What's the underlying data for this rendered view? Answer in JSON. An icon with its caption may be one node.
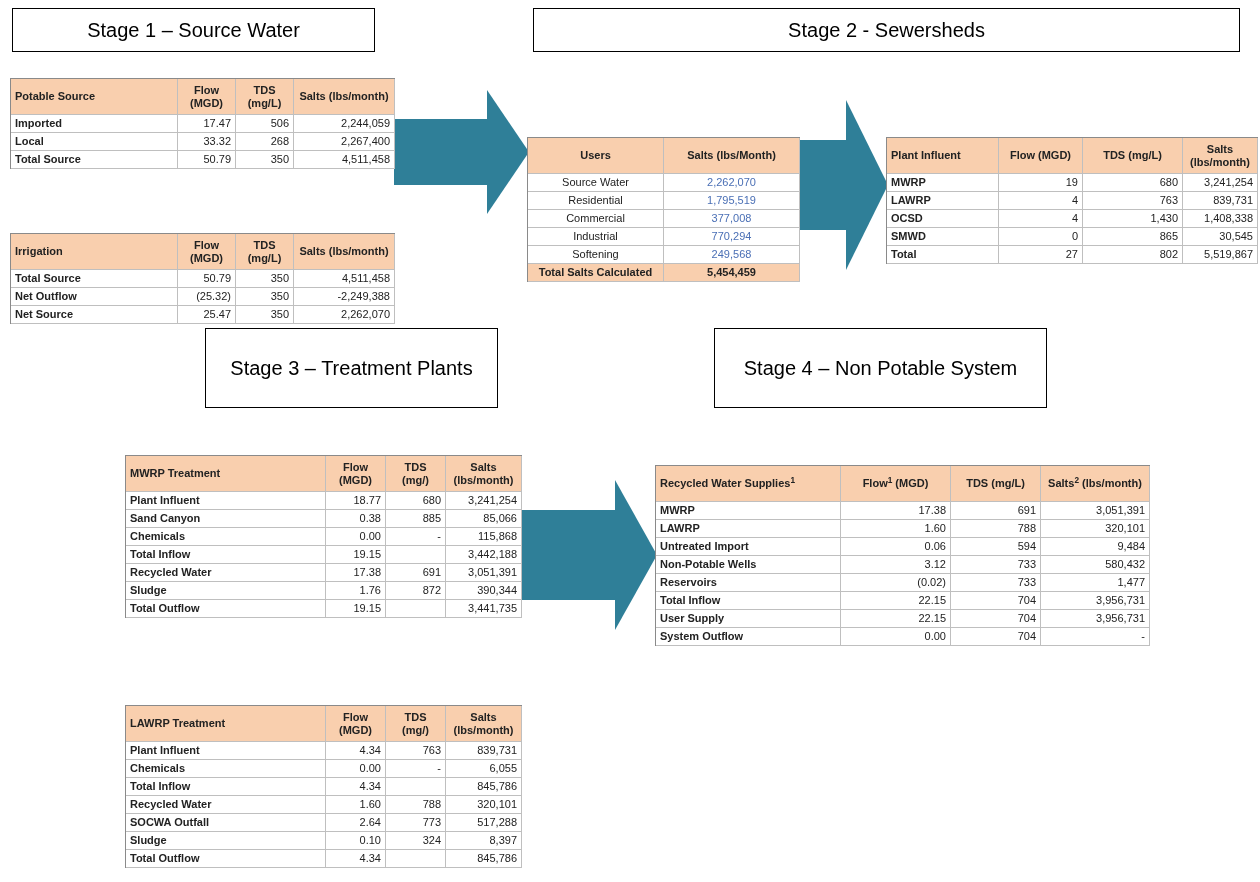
{
  "diagram": {
    "nodes": [
      {
        "text": [
          "Stage 1 – Source Water"
        ]
      },
      {
        "text": [
          "Stage 2 - Sewersheds"
        ]
      },
      {
        "text": [
          "Stage 3 – Treatment Plants"
        ]
      },
      {
        "text": [
          "Stage 4 – Non Potable System"
        ]
      },
      {
        "text": [
          "Potable Source",
          "Flow (MGD)",
          "TDS (mg/L)",
          "Salts (lbs/month)",
          "Imported",
          "17.47",
          "506",
          "2,244,059",
          "Local",
          "33.32",
          "268",
          "2,267,400",
          "Total Source",
          "50.79",
          "350",
          "4,511,458"
        ]
      },
      {
        "text": [
          "Irrigation",
          "Flow (MGD)",
          "TDS (mg/L)",
          "Salts (lbs/month)",
          "Total Source",
          "50.79",
          "350",
          "4,511,458",
          "Net Outflow",
          "(25.32)",
          "350",
          "-2,249,388",
          "Net Source",
          "25.47",
          "350",
          "2,262,070"
        ]
      },
      {
        "text": [
          "Users",
          "Salts (lbs/Month)",
          "Source Water",
          "2,262,070",
          "Residential",
          "1,795,519",
          "Commercial",
          "377,008",
          "Industrial",
          "770,294",
          "Softening",
          "249,568",
          "Total Salts Calculated",
          "5,454,459"
        ]
      },
      {
        "text": [
          "Plant Influent",
          "Flow (MGD)",
          "TDS (mg/L)",
          "Salts (lbs/month)",
          "MWRP",
          "19",
          "680",
          "3,241,254",
          "LAWRP",
          "4",
          "763",
          "839,731",
          "OCSD",
          "4",
          "1,430",
          "1,408,338",
          "SMWD",
          "0",
          "865",
          "30,545",
          "Total",
          "27",
          "802",
          "5,519,867"
        ]
      },
      {
        "text": [
          "MWRP Treatment",
          "Flow (MGD)",
          "TDS (mg/)",
          "Salts (lbs/month)",
          "Plant Influent",
          "18.77",
          "680",
          "3,241,254",
          "Sand Canyon",
          "0.38",
          "885",
          "85,066",
          "Chemicals",
          "0.00",
          "-",
          "115,868",
          "Total Inflow",
          "19.15",
          "3,442,188",
          "Recycled Water",
          "17.38",
          "691",
          "3,051,391",
          "Sludge",
          "1.76",
          "872",
          "390,344",
          "Total Outflow",
          "19.15",
          "3,441,735"
        ]
      },
      {
        "text": [
          "LAWRP Treatment",
          "Flow (MGD)",
          "TDS (mg/)",
          "Salts (lbs/month)",
          "Plant Influent",
          "4.34",
          "763",
          "839,731",
          "Chemicals",
          "0.00",
          "-",
          "6,055",
          "Total Inflow",
          "4.34",
          "845,786",
          "Recycled Water",
          "1.60",
          "788",
          "320,101",
          "SOCWA Outfall",
          "2.64",
          "773",
          "517,288",
          "Sludge",
          "0.10",
          "324",
          "8,397",
          "Total Outflow",
          "4.34",
          "845,786"
        ]
      },
      {
        "text": [
          "Recycled Water Supplies$^{1}$",
          "Flow$^{1}$ (MGD)",
          "TDS (mg/L)",
          "Salts$^{2}$ (lbs/month)",
          "MWRP",
          "17.38",
          "691",
          "3,051,391",
          "LAWRP",
          "1.60",
          "788",
          "320,101",
          "Untreated Import",
          "0.06",
          "594",
          "9,484",
          "Non-Potable Wells",
          "3.12",
          "733",
          "580,432",
          "Reservoirs",
          "(0.02)",
          "733",
          "1,477",
          "Total Inflow",
          "22.15",
          "704",
          "3,956,731",
          "User Supply",
          "22.15",
          "704",
          "3,956,731",
          "System Outflow",
          "0.00",
          "704",
          "-"
        ]
      }
    ],
    "edges": [
      {
        "from": 6,
        "to": 7,
        "arrow": "to"
      },
      {
        "from": 4,
        "to": 6,
        "arrow": "to"
      },
      {
        "from": 8,
        "to": 10,
        "arrow": "to"
      }
    ]
  }
}
